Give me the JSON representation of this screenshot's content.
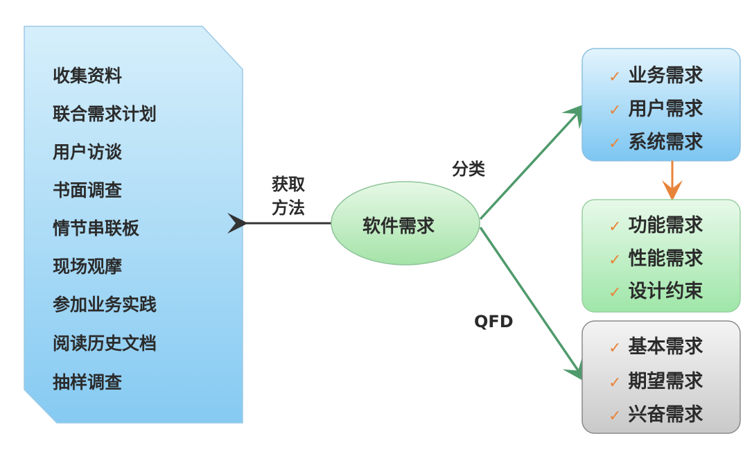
{
  "methods_box": {
    "items": [
      "收集资料",
      "联合需求计划",
      "用户访谈",
      "书面调查",
      "情节串联板",
      "现场观摩",
      "参加业务实践",
      "阅读历史文档",
      "抽样调查"
    ]
  },
  "center": {
    "label": "软件需求"
  },
  "edge_labels": {
    "acquire_line1": "获取",
    "acquire_line2": "方法",
    "classify": "分类",
    "qfd": "QFD"
  },
  "boxes": {
    "classification": {
      "items": [
        "业务需求",
        "用户需求",
        "系统需求"
      ],
      "color": "#8fd0f5"
    },
    "system_detail": {
      "items": [
        "功能需求",
        "性能需求",
        "设计约束"
      ],
      "color": "#a8eab0"
    },
    "qfd": {
      "items": [
        "基本需求",
        "期望需求",
        "兴奋需求"
      ],
      "color": "#d6d6d6"
    }
  },
  "check_icon": "✓",
  "colors": {
    "arrow_green": "#4f9a6c",
    "arrow_orange": "#e8843a",
    "check": "#e8843a"
  }
}
